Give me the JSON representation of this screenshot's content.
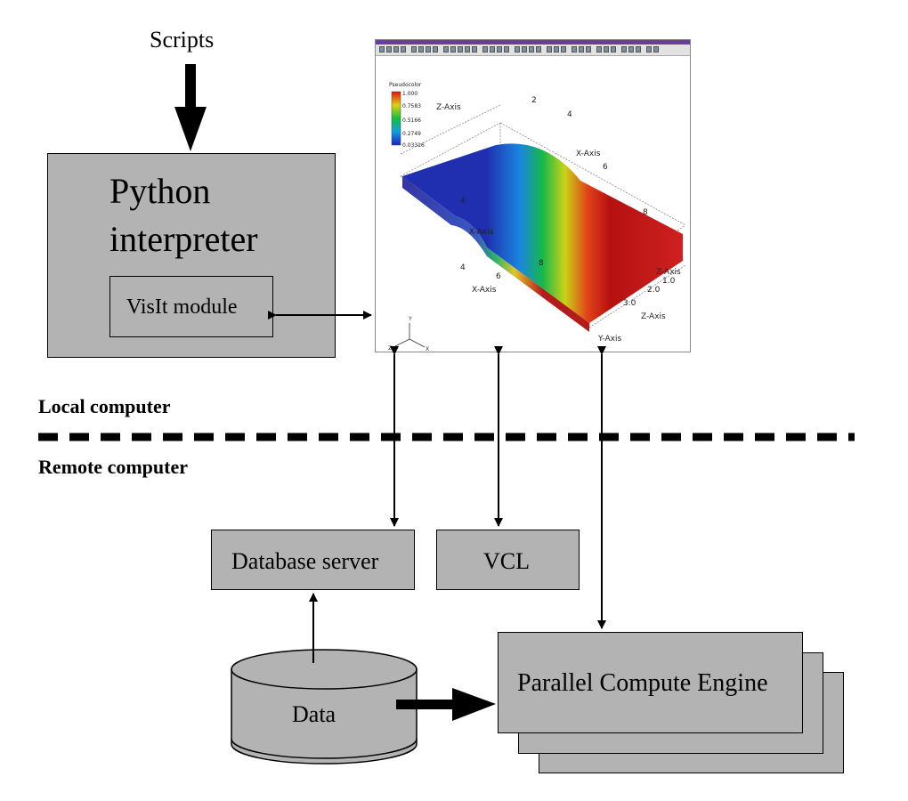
{
  "scripts_label": "Scripts",
  "python": {
    "title_line1": "Python",
    "title_line2": "interpreter",
    "module_label": "VisIt module"
  },
  "zones": {
    "local": "Local computer",
    "remote": "Remote computer"
  },
  "remote": {
    "database_server": "Database server",
    "vcl": "VCL",
    "parallel_compute_engine": "Parallel Compute Engine",
    "data": "Data"
  },
  "colors": {
    "box_fill": "#b3b3b3",
    "line": "#000000"
  }
}
